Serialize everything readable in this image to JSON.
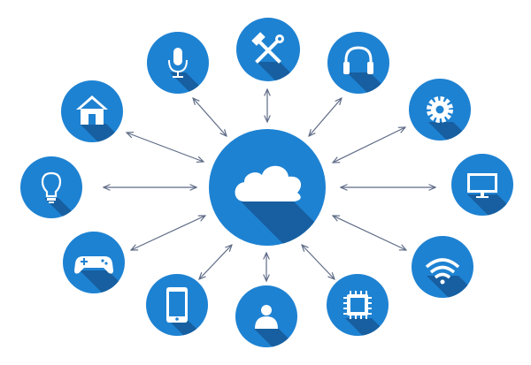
{
  "diagram": {
    "type": "hub-and-spoke network",
    "hub": {
      "icon": "cloud-icon"
    },
    "nodes": [
      {
        "id": "mic",
        "icon": "microphone-icon"
      },
      {
        "id": "tools",
        "icon": "hammer-wrench-icon"
      },
      {
        "id": "headphones",
        "icon": "headphones-icon"
      },
      {
        "id": "home",
        "icon": "house-icon"
      },
      {
        "id": "settings",
        "icon": "gear-icon"
      },
      {
        "id": "bulb",
        "icon": "lightbulb-icon"
      },
      {
        "id": "monitor",
        "icon": "monitor-icon"
      },
      {
        "id": "gamepad",
        "icon": "gamepad-icon"
      },
      {
        "id": "wifi",
        "icon": "wifi-icon"
      },
      {
        "id": "phone",
        "icon": "smartphone-icon"
      },
      {
        "id": "user",
        "icon": "user-icon"
      },
      {
        "id": "chip",
        "icon": "microchip-icon"
      }
    ],
    "colors": {
      "circle": "#1e82d2",
      "shadow": "#175fa0",
      "icon": "#ffffff",
      "arrow": "#5e6b86",
      "background": "#ffffff"
    }
  }
}
